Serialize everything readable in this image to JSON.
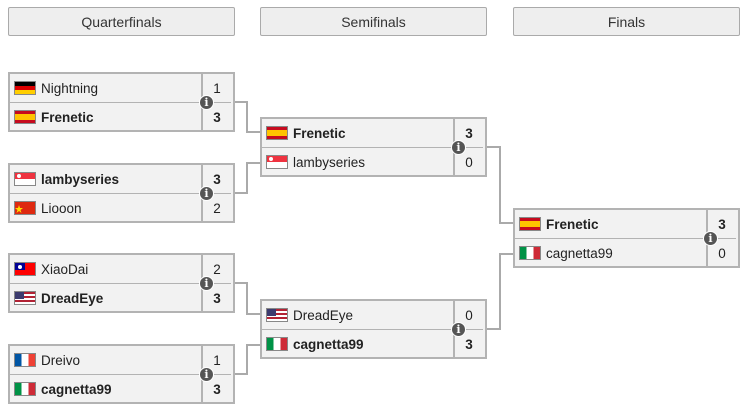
{
  "rounds": [
    {
      "label": "Quarterfinals"
    },
    {
      "label": "Semifinals"
    },
    {
      "label": "Finals"
    }
  ],
  "matches": [
    {
      "players": [
        {
          "name": "Nightning",
          "flag": "de",
          "score": "1",
          "win": false
        },
        {
          "name": "Frenetic",
          "flag": "es",
          "score": "3",
          "win": true
        }
      ]
    },
    {
      "players": [
        {
          "name": "lambyseries",
          "flag": "sg",
          "score": "3",
          "win": true
        },
        {
          "name": "Liooon",
          "flag": "cn",
          "score": "2",
          "win": false
        }
      ]
    },
    {
      "players": [
        {
          "name": "XiaoDai",
          "flag": "tw",
          "score": "2",
          "win": false
        },
        {
          "name": "DreadEye",
          "flag": "us",
          "score": "3",
          "win": true
        }
      ]
    },
    {
      "players": [
        {
          "name": "Dreivo",
          "flag": "fr",
          "score": "1",
          "win": false
        },
        {
          "name": "cagnetta99",
          "flag": "it",
          "score": "3",
          "win": true
        }
      ]
    },
    {
      "players": [
        {
          "name": "Frenetic",
          "flag": "es",
          "score": "3",
          "win": true
        },
        {
          "name": "lambyseries",
          "flag": "sg",
          "score": "0",
          "win": false
        }
      ]
    },
    {
      "players": [
        {
          "name": "DreadEye",
          "flag": "us",
          "score": "0",
          "win": false
        },
        {
          "name": "cagnetta99",
          "flag": "it",
          "score": "3",
          "win": true
        }
      ]
    },
    {
      "players": [
        {
          "name": "Frenetic",
          "flag": "es",
          "score": "3",
          "win": true
        },
        {
          "name": "cagnetta99",
          "flag": "it",
          "score": "0",
          "win": false
        }
      ]
    }
  ],
  "info_icon": {
    "glyph": "i",
    "icon": "info-icon"
  },
  "colors": {
    "connector": "#aaaaaa",
    "box_border": "#b3b3b3",
    "box_bg": "#f2f2f2"
  }
}
